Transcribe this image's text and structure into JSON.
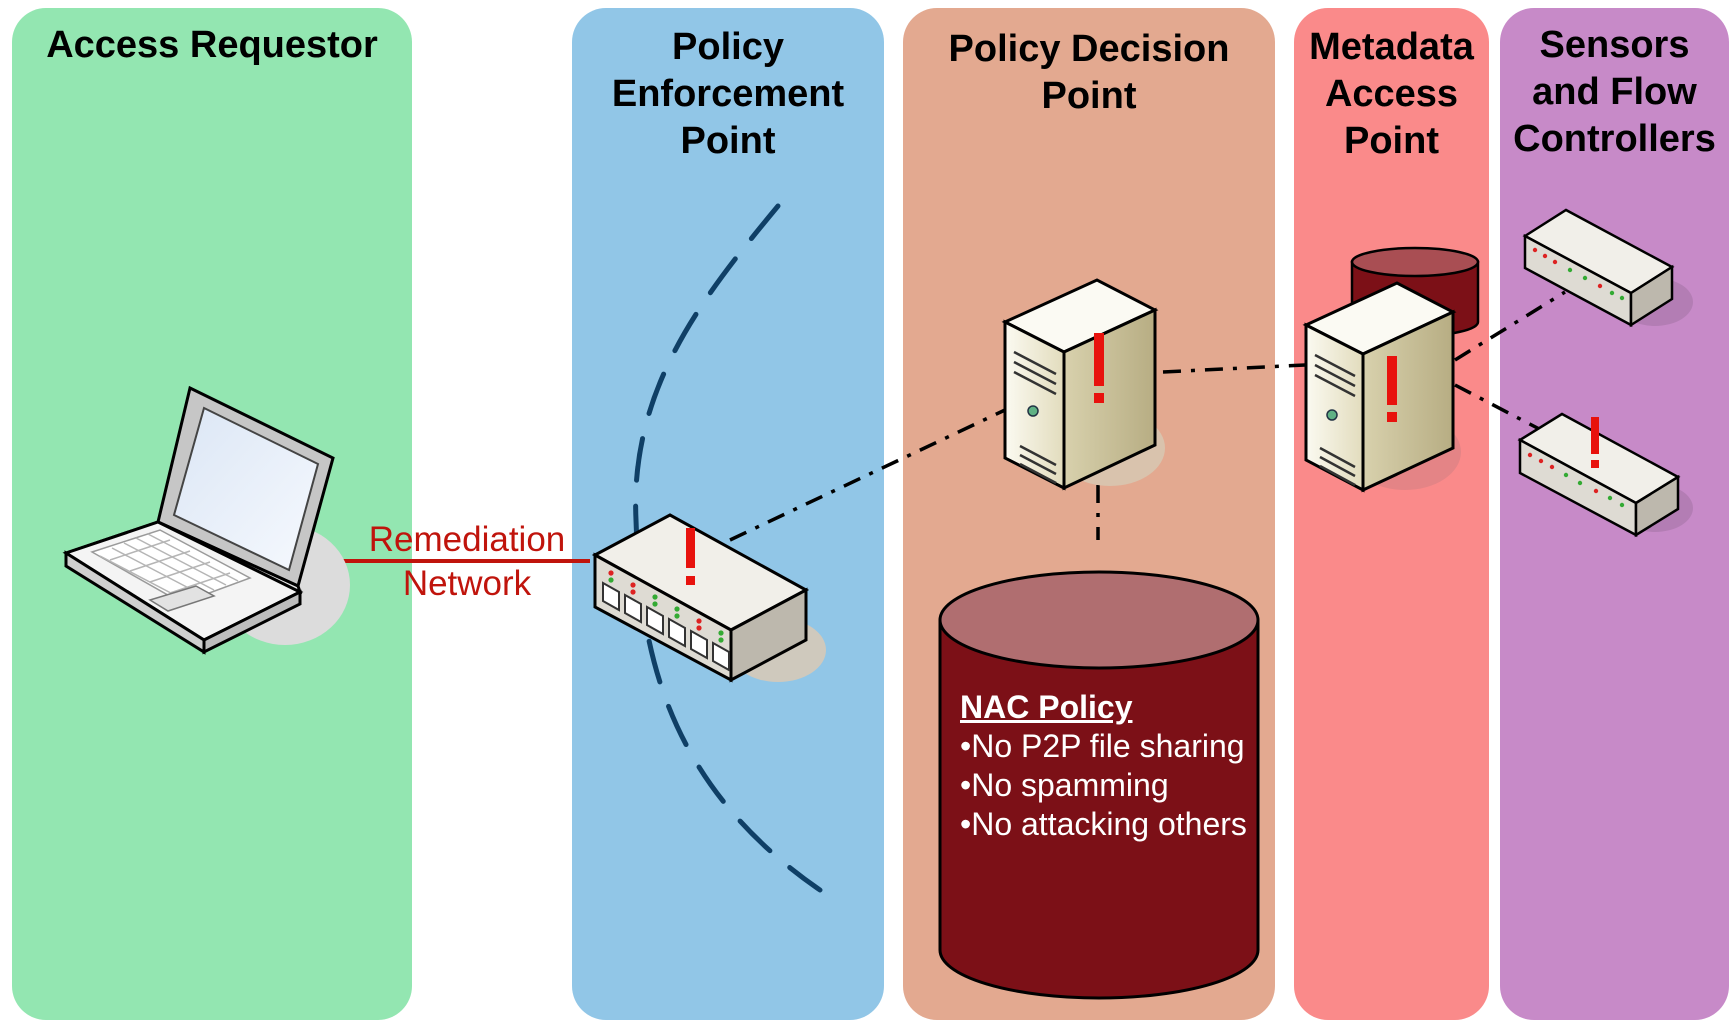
{
  "columns": [
    {
      "id": "access-requestor",
      "title_lines": [
        "Access Requestor"
      ],
      "color": "#93e6b1"
    },
    {
      "id": "policy-enforcement-point",
      "title_lines": [
        "Policy",
        "Enforcement",
        "Point"
      ],
      "color": "#91c6e7"
    },
    {
      "id": "policy-decision-point",
      "title_lines": [
        "Policy Decision",
        "Point"
      ],
      "color": "#e3a990"
    },
    {
      "id": "metadata-access-point",
      "title_lines": [
        "Metadata",
        "Access",
        "Point"
      ],
      "color": "#fa8a8a"
    },
    {
      "id": "sensors-flow-controllers",
      "title_lines": [
        "Sensors",
        "and Flow",
        "Controllers"
      ],
      "color": "#c78ac8"
    }
  ],
  "remediation_label_lines": [
    "Remediation",
    "Network"
  ],
  "nac_policy": {
    "heading": "NAC Policy",
    "items": [
      "•No P2P file sharing",
      "•No spamming",
      "•No attacking others"
    ]
  },
  "colors": {
    "alert": "#e8120d",
    "link_dash": "#000000",
    "boundary": "#0f3f66",
    "remediation_line": "#c0140c",
    "database_red": "#7c1017"
  },
  "icons": [
    "laptop-icon",
    "network-switch-icon",
    "server-icon",
    "database-icon",
    "sensor-device-icon",
    "alert-exclamation-icon"
  ]
}
